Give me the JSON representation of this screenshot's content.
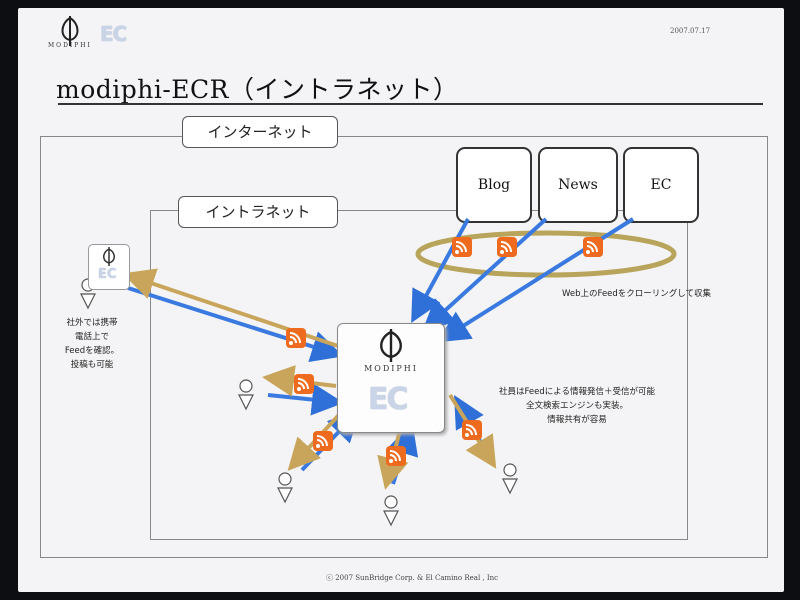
{
  "header": {
    "brand": "MODIPHI",
    "ec_logo": "EC",
    "date": "2007.07.17"
  },
  "title": "modiphi-ECR（イントラネット）",
  "regions": {
    "internet": "インターネット",
    "intranet": "イントラネット"
  },
  "sources": [
    "Blog",
    "News",
    "EC"
  ],
  "crawl_caption": "Web上のFeedをクローリングして収集",
  "mobile_caption": [
    "社外では携帯",
    "電話上で",
    "Feedを確認。",
    "投稿も可能"
  ],
  "employee_caption": [
    "社員はFeedによる情報発信＋受信が可能",
    "全文検索エンジンも実装。",
    "情報共有が容易"
  ],
  "server": {
    "brand": "MODIPHI",
    "logo": "EC"
  },
  "icons": {
    "feed": "rss-feed-icon",
    "person": "user-icon"
  },
  "colors": {
    "push": "#3a7ae0",
    "pull": "#c8a55a",
    "feed": "#ee6a1f",
    "ellipse": "#b8a45a"
  },
  "copyright": "ⓒ 2007  SunBridge Corp. & El Camino Real , Inc"
}
